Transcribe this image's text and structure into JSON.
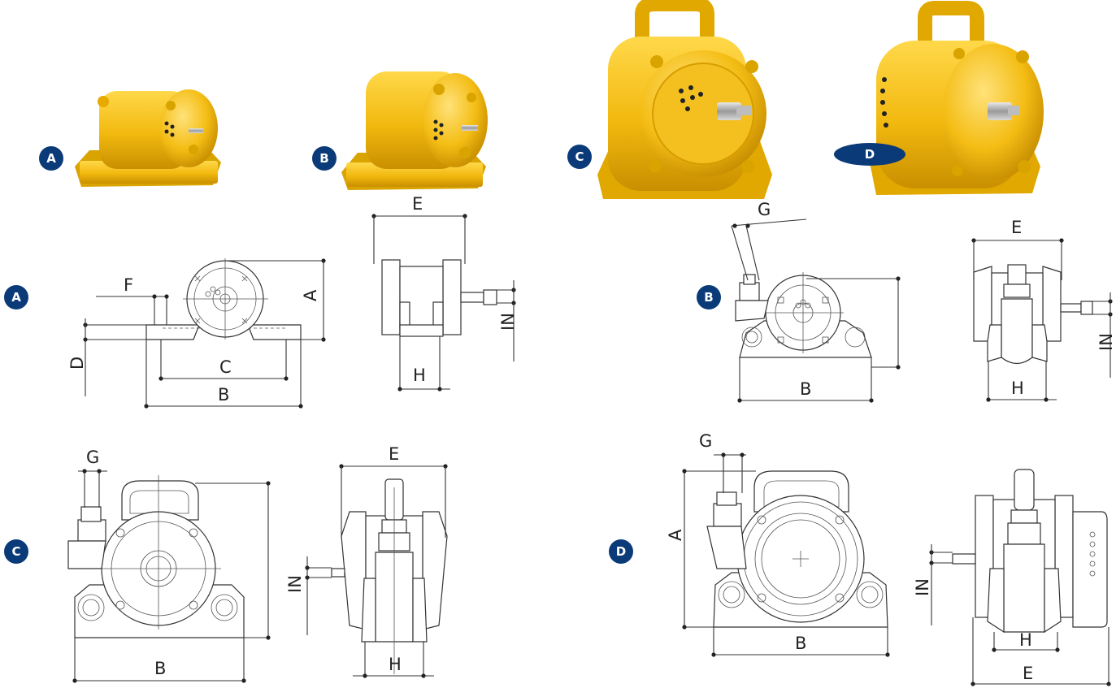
{
  "accent_color": "#0b3a78",
  "product_color": "#f2c01a",
  "photos": [
    {
      "badge": "A"
    },
    {
      "badge": "B"
    },
    {
      "badge": "C"
    },
    {
      "badge": "D"
    }
  ],
  "drawings": {
    "A": {
      "badge": "A",
      "labels": {
        "E": "E",
        "F": "F",
        "A": "A",
        "D": "D",
        "C": "C",
        "B": "B",
        "H": "H",
        "IN": "IN"
      }
    },
    "B": {
      "badge": "B",
      "labels": {
        "G": "G",
        "E": "E",
        "B": "B",
        "H": "H",
        "IN": "IN"
      }
    },
    "C": {
      "badge": "C",
      "labels": {
        "G": "G",
        "E": "E",
        "B": "B",
        "H": "H",
        "IN": "IN"
      }
    },
    "D": {
      "badge": "D",
      "labels": {
        "G": "G",
        "A": "A",
        "B": "B",
        "E": "E",
        "H": "H",
        "IN": "IN"
      }
    }
  },
  "icons": [
    "circle-badge-icon",
    "vibrator-photo",
    "technical-drawing"
  ]
}
